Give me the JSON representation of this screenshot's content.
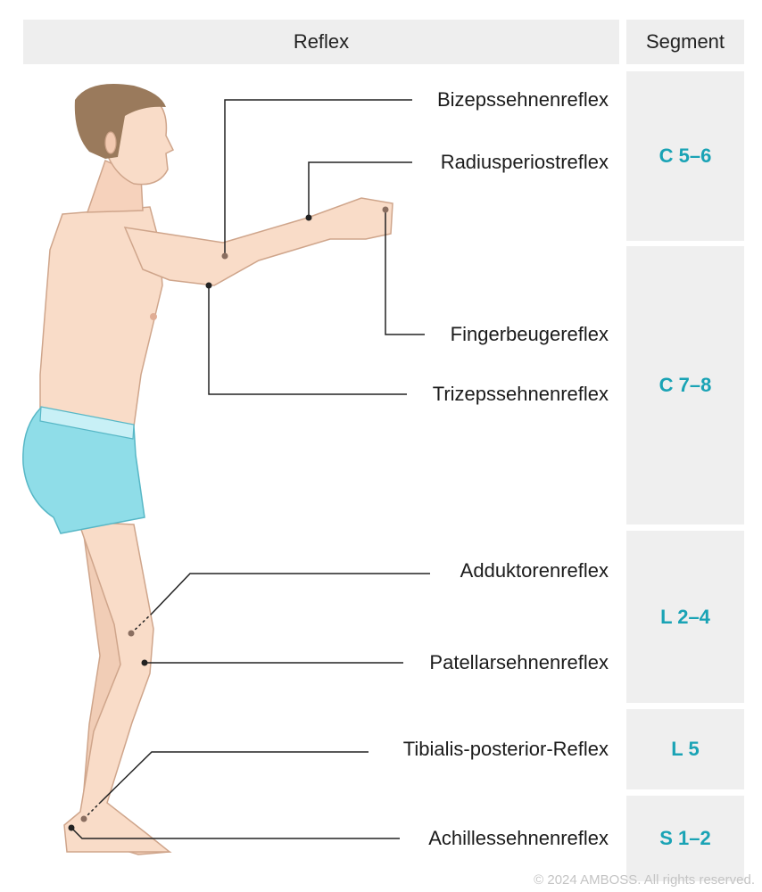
{
  "header": {
    "reflex": "Reflex",
    "segment": "Segment"
  },
  "segments": [
    "C 5–6",
    "C 7–8",
    "L 2–4",
    "L 5",
    "S 1–2"
  ],
  "reflexes": [
    "Bizepssehnenreflex",
    "Radiusperiostreflex",
    "Fingerbeugereflex",
    "Trizepssehnenreflex",
    "Adduktorenreflex",
    "Patellarsehnenreflex",
    "Tibialis-posterior-Reflex",
    "Achillessehnenreflex"
  ],
  "copyright": "© 2024 AMBOSS. All rights reserved.",
  "colors": {
    "accent": "#1aa3b5",
    "header_bg": "#eeeeee",
    "skin": "#f9dcc8",
    "hair": "#9a7a5c",
    "shorts": "#8fdde8"
  }
}
